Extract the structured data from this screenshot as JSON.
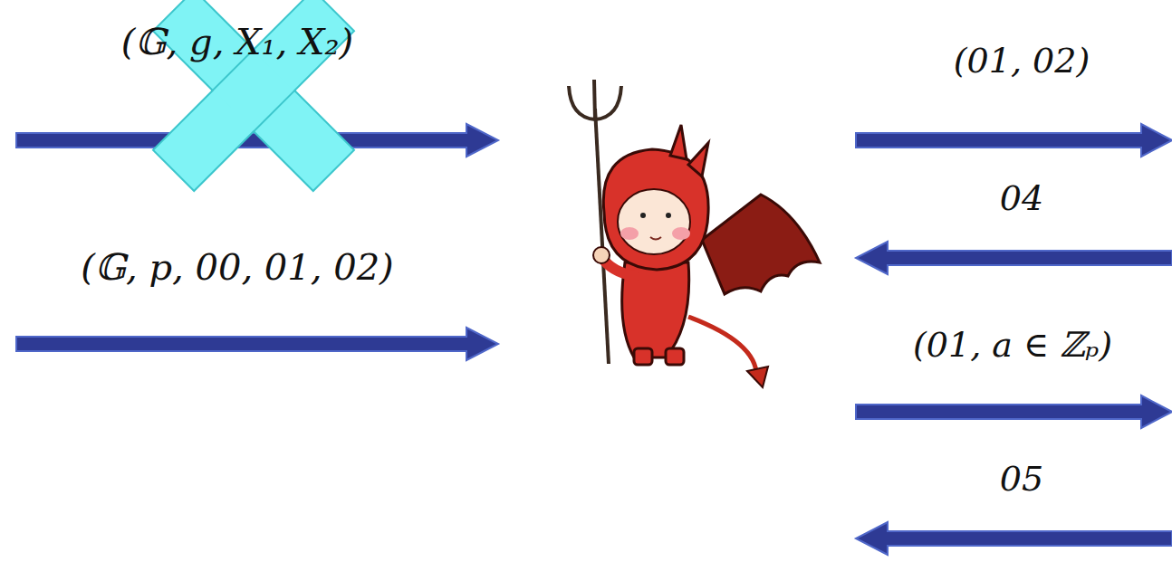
{
  "diagram": {
    "labels": [
      "(𝔾, g, X₁, X₂)",
      "(01, 02)",
      "04",
      "(𝔾, p, 00, 01, 02)",
      "(01, a ∈ ℤₚ)",
      "05"
    ]
  }
}
